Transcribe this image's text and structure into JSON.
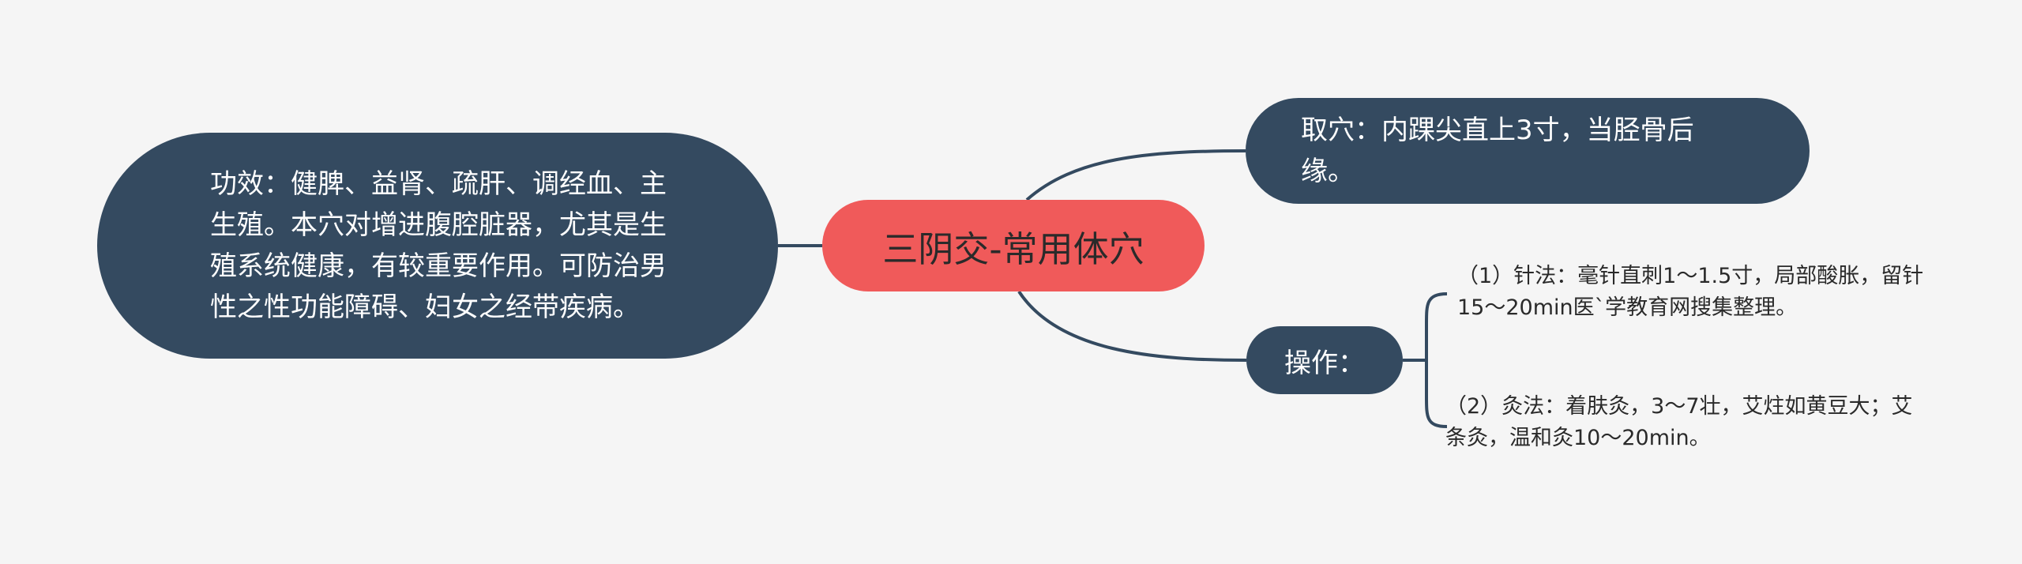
{
  "mindmap": {
    "root": {
      "label": "三阴交-常用体穴"
    },
    "left_node": {
      "label": "功效：健脾、益肾、疏肝、调经血、主生殖。本穴对增进腹腔脏器，尤其是生殖系统健康，有较重要作用。可防治男性之性功能障碍、妇女之经带疾病。"
    },
    "top_node": {
      "label": "取穴：内踝尖直上3寸，当胫骨后缘。"
    },
    "op_node": {
      "label": "操作：",
      "children": [
        {
          "label": "（1）针法：毫针直刺1～1.5寸，局部酸胀，留针15～20min医`学教育网搜集整理。"
        },
        {
          "label": "（2）灸法：着肤灸，3～7壮，艾炷如黄豆大；艾条灸，温和灸10～20min。"
        }
      ]
    }
  },
  "colors": {
    "background": "#f5f5f5",
    "root_fill": "#f05a5a",
    "node_fill": "#344a60",
    "edge": "#344a60"
  }
}
